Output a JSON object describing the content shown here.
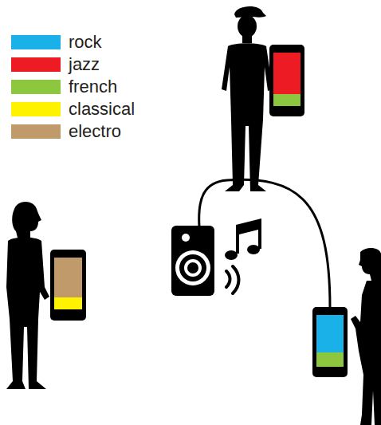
{
  "diagram": {
    "legend": [
      {
        "text": "rock",
        "color": "#1ab0e8"
      },
      {
        "text": "jazz",
        "color": "#ed1c24"
      },
      {
        "text": "french",
        "color": "#8dc63f"
      },
      {
        "text": "classical",
        "color": "#fff200"
      },
      {
        "text": "electro",
        "color": "#c19a6b"
      }
    ]
  }
}
